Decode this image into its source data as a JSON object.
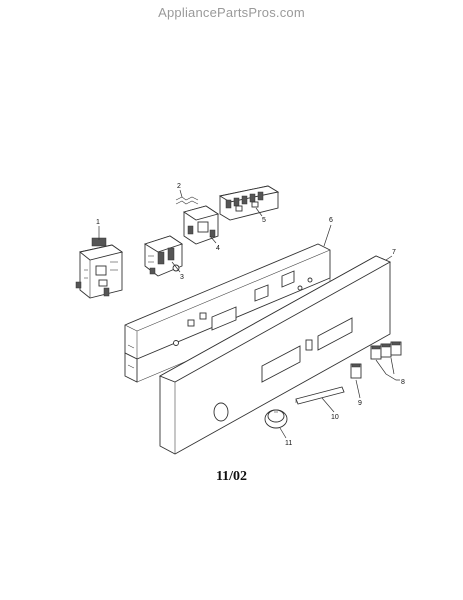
{
  "watermark": "AppliancePartsPros.com",
  "callouts": [
    "1",
    "2",
    "3",
    "4",
    "5",
    "6",
    "7",
    "8",
    "9",
    "10",
    "11"
  ],
  "date_code": "11/02"
}
